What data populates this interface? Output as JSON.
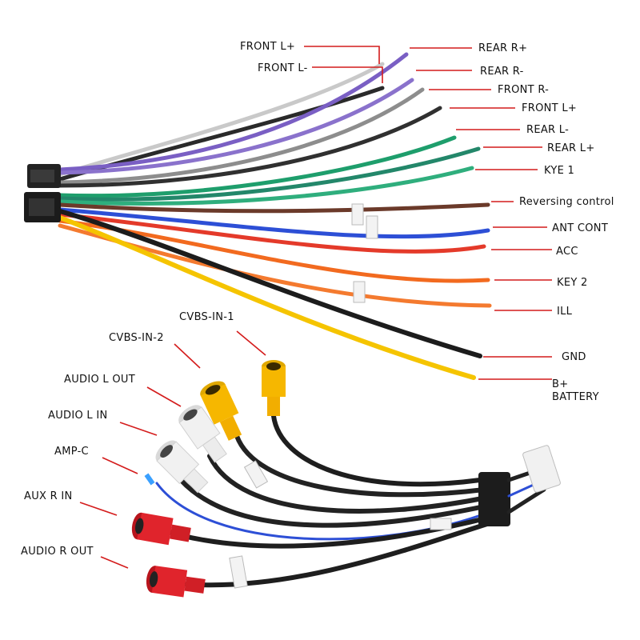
{
  "colors": {
    "leader": "#d41c1c",
    "black": "#1c1c1c",
    "gray": "#8d8d8d",
    "white": "#e6e6e6",
    "purple": "#7a5fc4",
    "green": "#1e9e6c",
    "brown": "#6b3a2a",
    "blue": "#2d4fd6",
    "red": "#e43a2a",
    "orange": "#f26a1f",
    "yellow": "#f5c400",
    "rca_red": "#e0242c",
    "rca_white": "#f1f1f1",
    "rca_yellow": "#f6b700",
    "connector": "#222222"
  },
  "power_harness": {
    "labels": [
      "FRONT L+",
      "FRONT L-",
      "REAR R+",
      "REAR R-",
      "FRONT R-",
      "FRONT L+",
      "REAR L-",
      "REAR L+",
      "KYE 1",
      "Reversing control",
      "ANT CONT",
      "ACC",
      "KEY 2",
      "ILL",
      "GND",
      "B+",
      "BATTERY"
    ]
  },
  "rca_harness": {
    "labels": [
      "CVBS-IN-1",
      "CVBS-IN-2",
      "AUDIO L OUT",
      "AUDIO L IN",
      "AMP-C",
      "AUX R IN",
      "AUDIO R OUT"
    ]
  }
}
